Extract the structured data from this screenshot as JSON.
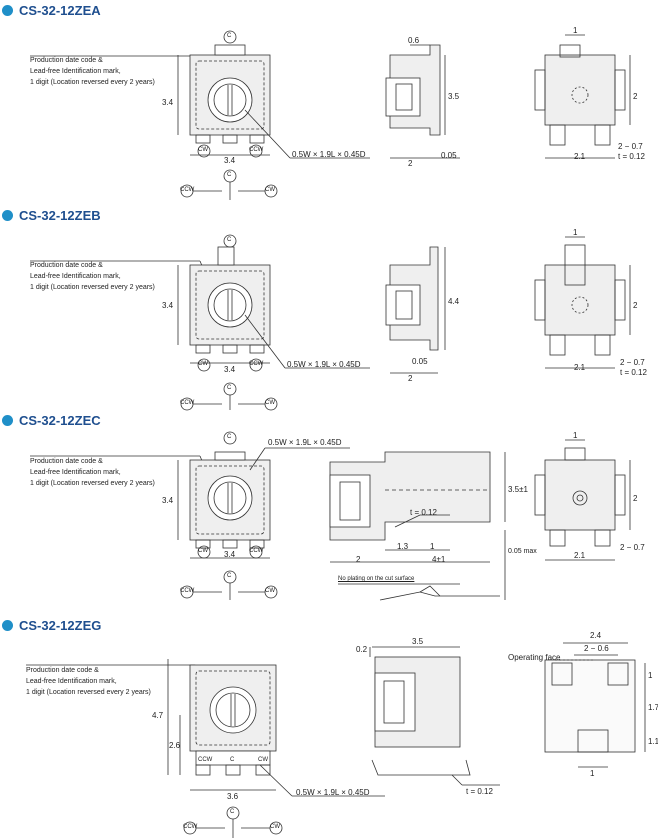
{
  "sections": [
    {
      "id": "zea",
      "title": "CS-32-12ZEA",
      "note": [
        "Production date code &",
        "Lead-free Identification mark,",
        "1 digit (Location reversed every 2 years)"
      ],
      "front": {
        "height_dim": "3.4",
        "width_dim": "3.4",
        "hole_dim": "0.5W × 1.9L × 0.45D"
      },
      "side": {
        "top_dim": "0.6",
        "height_dim": "3.5",
        "bottom_dim": "2",
        "offset_dim": "0.05"
      },
      "bottom": {
        "top_dim": "1",
        "right_dim": "2",
        "pin_dim": "2 − 0.7",
        "width_dim": "2.1",
        "thick_dim": "t = 0.12"
      }
    },
    {
      "id": "zeb",
      "title": "CS-32-12ZEB",
      "note": [
        "Production date code &",
        "Lead-free Identification mark,",
        "1 digit (Location reversed every 2 years)"
      ],
      "front": {
        "height_dim": "3.4",
        "width_dim": "3.4",
        "hole_dim": "0.5W × 1.9L × 0.45D"
      },
      "side": {
        "height_dim": "4.4",
        "bottom_dim": "2",
        "offset_dim": "0.05"
      },
      "bottom": {
        "top_dim": "1",
        "right_dim": "2",
        "pin_dim": "2 − 0.7",
        "width_dim": "2.1",
        "thick_dim": "t = 0.12"
      }
    },
    {
      "id": "zec",
      "title": "CS-32-12ZEC",
      "note": [
        "Production date code &",
        "Lead-free Identification mark,",
        "1 digit (Location reversed every 2 years)"
      ],
      "front": {
        "height_dim": "3.4",
        "width_dim": "3.4",
        "hole_dim": "0.5W × 1.9L × 0.45D"
      },
      "side": {
        "height_dim": "3.5±1",
        "thick_dim": "t = 0.12",
        "dim_a": "1.3",
        "dim_b": "1",
        "dim_c": "2",
        "dim_d": "4±1",
        "max_dim": "0.05 max",
        "plating_note": "No plating on the cut surface"
      },
      "bottom": {
        "top_dim": "1",
        "right_dim": "2",
        "pin_dim": "2 − 0.7",
        "width_dim": "2.1"
      }
    },
    {
      "id": "zeg",
      "title": "CS-32-12ZEG",
      "note": [
        "Production date code &",
        "Lead-free Identification mark,",
        "1 digit (Location reversed every 2 years)"
      ],
      "front": {
        "height_dim": "4.7",
        "inner_dim": "2.6",
        "width_dim": "3.6",
        "hole_dim": "0.5W × 1.9L × 0.45D"
      },
      "side": {
        "top_dim": "3.5",
        "left_dim": "0.2",
        "thick_dim": "t = 0.12"
      },
      "bottom": {
        "face_label": "Operating face",
        "top_dim": "2.4",
        "pin_dim": "2 − 0.6",
        "right_dim_a": "1",
        "right_dim_b": "1.7",
        "right_dim_c": "1.1",
        "bottom_dim": "1"
      }
    }
  ],
  "labels": {
    "c": "C",
    "cw": "CW",
    "ccw": "CCW"
  },
  "colors": {
    "title": "#1f4f8f",
    "bullet": "#1f8fc8",
    "line": "#333333",
    "part_fill": "#e6e6e6"
  }
}
